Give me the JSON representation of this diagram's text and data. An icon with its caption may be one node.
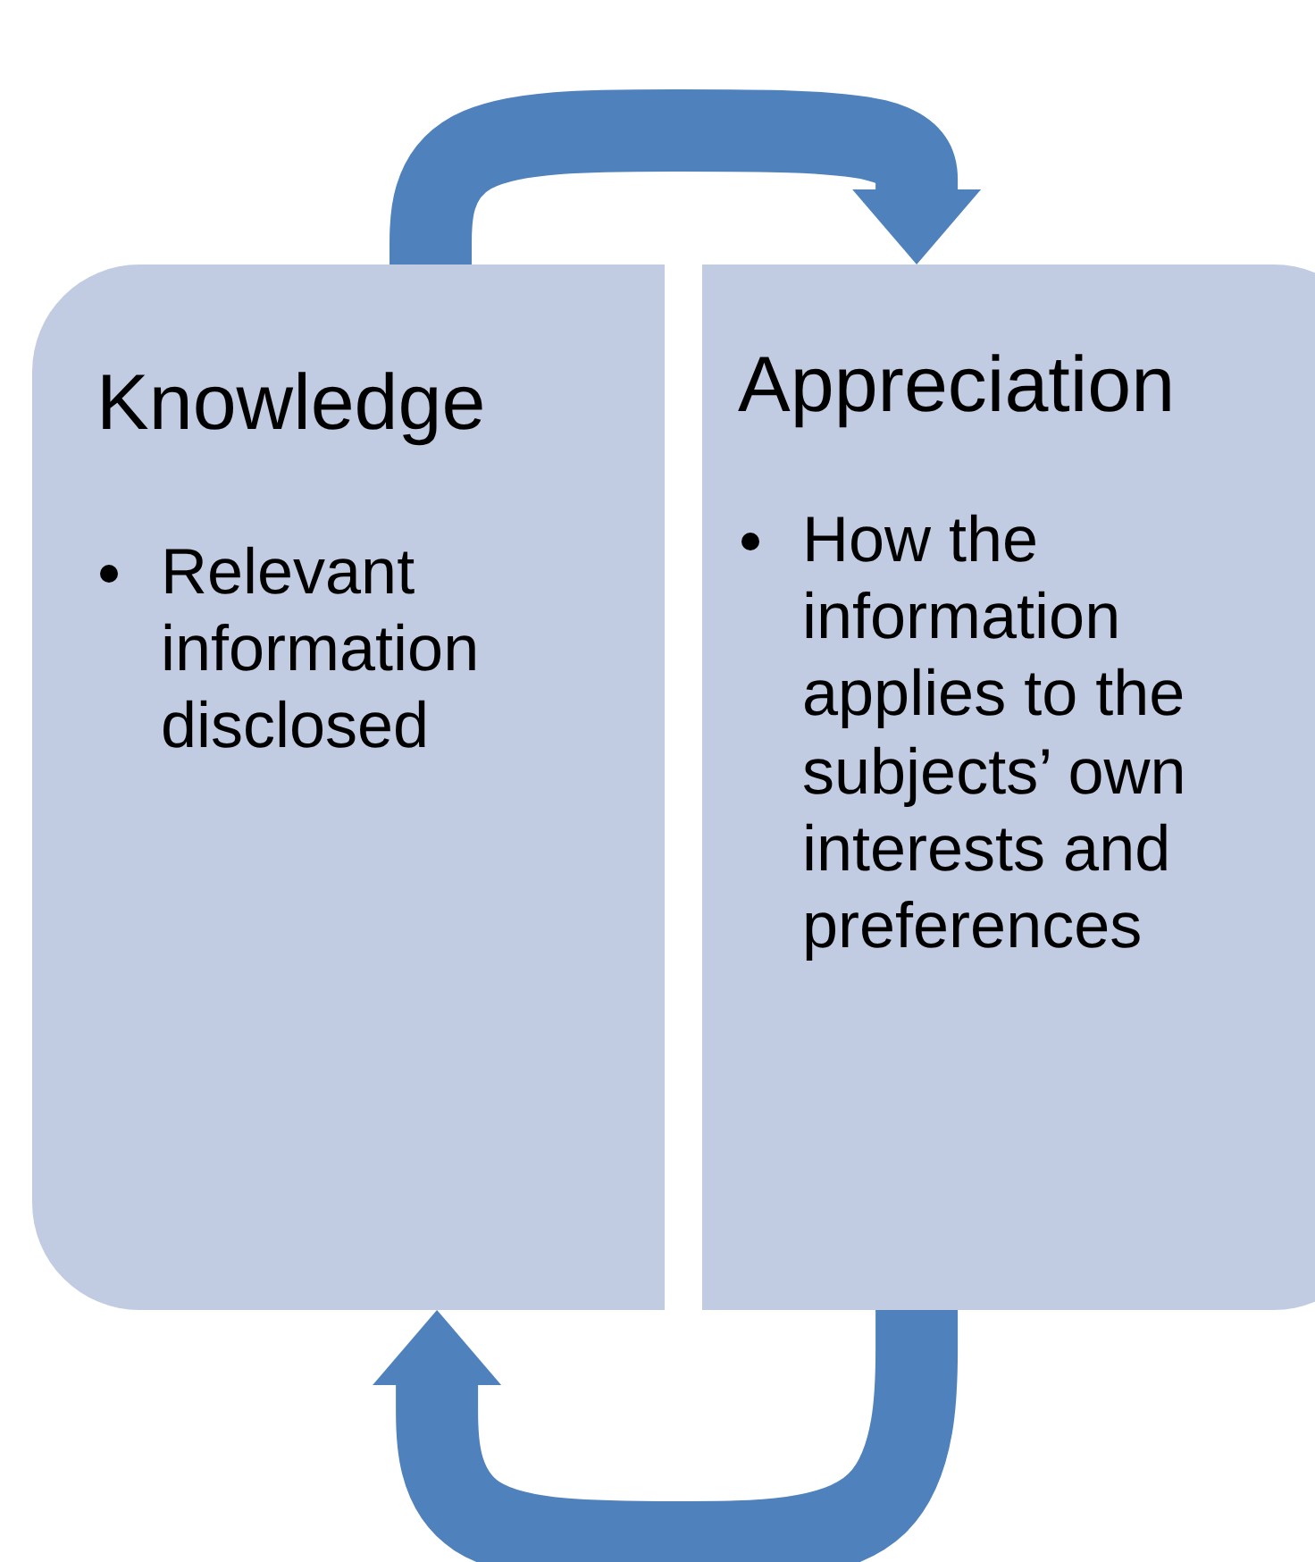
{
  "diagram": {
    "nodes": [
      {
        "text": [
          "Knowledge",
          "Relevant information disclosed"
        ]
      },
      {
        "text": [
          "Appreciation",
          "How the information applies to the subjects’ own interests and preferences"
        ]
      }
    ],
    "edges": [
      {
        "from": 0,
        "to": 1,
        "arrow": "to"
      },
      {
        "from": 1,
        "to": 0,
        "arrow": "to"
      }
    ]
  }
}
